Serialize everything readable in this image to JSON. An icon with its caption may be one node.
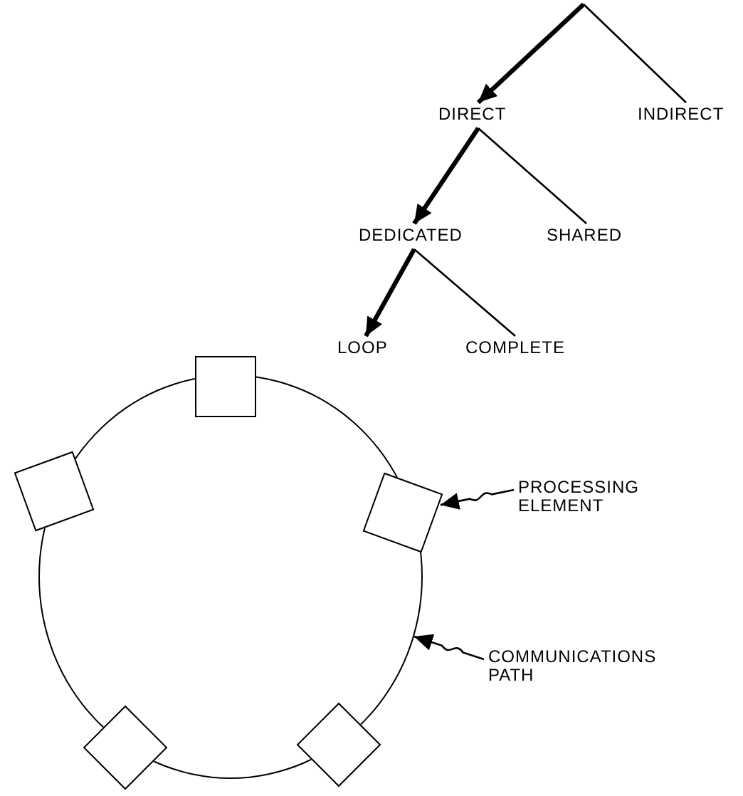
{
  "diagram": {
    "nodes": [
      {
        "text": [
          "DIRECT"
        ]
      },
      {
        "text": [
          "INDIRECT"
        ]
      },
      {
        "text": [
          "DEDICATED"
        ]
      },
      {
        "text": [
          "SHARED"
        ]
      },
      {
        "text": [
          "LOOP"
        ]
      },
      {
        "text": [
          "COMPLETE"
        ]
      },
      {
        "text": [],
        "shape": "circle"
      },
      {
        "text": [],
        "shape": "box"
      },
      {
        "text": [],
        "shape": "box"
      },
      {
        "text": [],
        "shape": "box"
      },
      {
        "text": [],
        "shape": "box"
      },
      {
        "text": [],
        "shape": "box"
      },
      {
        "text": [
          "PROCESSING ELEMENT"
        ]
      },
      {
        "text": [
          "COMMUNICATIONS PATH"
        ]
      }
    ],
    "edges": [
      {
        "from": null,
        "to": 0,
        "arrow": "to",
        "style": "thick"
      },
      {
        "from": null,
        "to": 1,
        "arrow": "none"
      },
      {
        "from": 0,
        "to": 2,
        "arrow": "to",
        "style": "thick"
      },
      {
        "from": 0,
        "to": 3,
        "arrow": "none"
      },
      {
        "from": 2,
        "to": 4,
        "arrow": "to",
        "style": "thick"
      },
      {
        "from": 2,
        "to": 5,
        "arrow": "none"
      },
      {
        "from": 12,
        "to": 9,
        "arrow": "to"
      },
      {
        "from": 13,
        "to": 6,
        "arrow": "to"
      }
    ]
  }
}
